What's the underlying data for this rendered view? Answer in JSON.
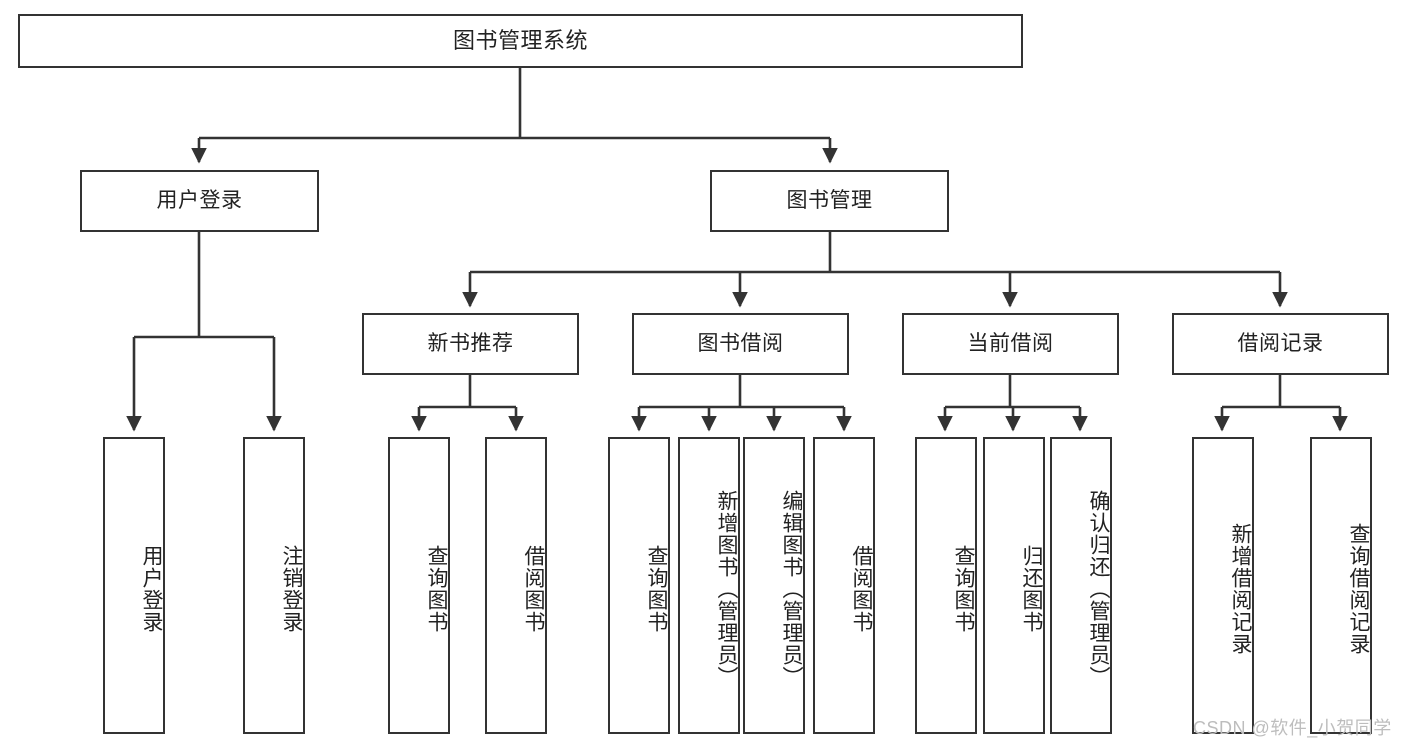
{
  "diagram": {
    "title": "图书管理系统",
    "type": "tree-hierarchy-chart",
    "watermark": "CSDN @软件_小贺同学",
    "colors": {
      "node_border": "#333333",
      "node_fill": "#ffffff",
      "edge": "#333333",
      "text": "#222222",
      "watermark": "#bdbdbd",
      "background": "#ffffff"
    },
    "root": {
      "label": "图书管理系统"
    },
    "level2": [
      {
        "label": "用户登录"
      },
      {
        "label": "图书管理"
      }
    ],
    "level3": [
      {
        "label": "新书推荐"
      },
      {
        "label": "图书借阅"
      },
      {
        "label": "当前借阅"
      },
      {
        "label": "借阅记录"
      }
    ],
    "leaves": {
      "user_login": [
        {
          "label": "用户登录"
        },
        {
          "label": "注销登录"
        }
      ],
      "new_book_recommend": [
        {
          "label": "查询图书"
        },
        {
          "label": "借阅图书"
        }
      ],
      "book_borrow": [
        {
          "label": "查询图书"
        },
        {
          "label": "新增图书（管理员）"
        },
        {
          "label": "编辑图书（管理员）"
        },
        {
          "label": "借阅图书"
        }
      ],
      "current_borrow": [
        {
          "label": "查询图书"
        },
        {
          "label": "归还图书"
        },
        {
          "label": "确认归还（管理员）"
        }
      ],
      "borrow_record": [
        {
          "label": "新增借阅记录"
        },
        {
          "label": "查询借阅记录"
        }
      ]
    }
  }
}
